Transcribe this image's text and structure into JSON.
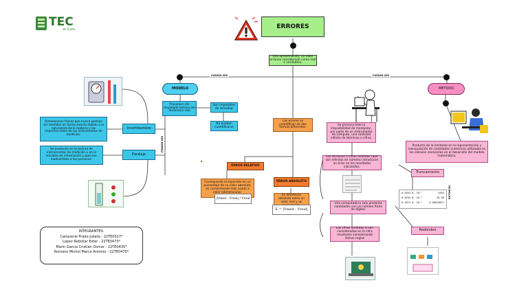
{
  "logo": {
    "name": "TEC",
    "subtitle": "de Tuxtla"
  },
  "title": "ERRORES",
  "definition": "Una aproximación, un valor erróneo considerado como real o verdadero.",
  "link_labels": {
    "left": "PUEDEN SER",
    "right": "PUEDEN SER",
    "vertical": "PUEDEN SER",
    "entonces": "ENTONCES"
  },
  "modelo": {
    "label": "MODELO",
    "sub1": "Provienen del modelado teórico del fenómeno real",
    "sub2": "Son imposibles de remediar",
    "sub3": "No pueden cuantificarse",
    "incertidumbre_label": "Incertidumbre",
    "incertidumbre_desc": "Dimensiones físicas que nunca podrían ser medidas en forma exacta debido a la naturaleza de la materia y las imperfecciones de los instrumentos de medición.",
    "parallax_label": "Paralaje",
    "parallax_desc": "Se producen en la lectura de instrumentos de medición o en el traslado de información y que son inadvertidas a las personas."
  },
  "centro": {
    "intro": "Los errores se cuantifican de dos formas diferentes:",
    "relativo_label": "ERROR RELATIVO",
    "relativo_desc": "Corresponde el esperado en un porcentaje de su valor absoluto, es comúnmente más usado a valor adimensional.",
    "relativo_formula": "|Vmed - Vreal| / Vreal",
    "absoluto_label": "ERROR ABSOLUTO",
    "absoluto_desc": "Es diferencia absoluta entre un valor real y un aproximado.",
    "absoluto_formula": "E = |Vmed - Vreal|"
  },
  "metodo": {
    "label": "METODO",
    "desc": "Producto de la limitante en la representación y manipulación de cantidades numéricas utilizadas en los cálculos necesarios en el desarrollo del modelo matemático.",
    "provoca": "Se provoca ante la imposibilidad de manipular, por parte de un instrumento de cómputo, una cantidad infinita de términos o cifras.",
    "terminos": "Los términos o cifras omitidas (que son infinitas en número) introducen un error en los resultados calculados.",
    "computadora": "Una computadora solo presenta cantidades con un número finito de dígitos",
    "omitidas": "Las cifras omitidas si son consideradas en la cifra resultante considerando dichas reglas",
    "truncamiento": "Truncamiento",
    "redondeo": "Redondeo",
    "trunc_rows": [
      {
        "left": "0.4564 8, 10⁴",
        "right": "4564"
      },
      {
        "left": "0.4594 8, 10⁻²",
        "right": "45.96"
      },
      {
        "left": "0.1872 0, 10⁻¹",
        "right": "0.00018872"
      }
    ]
  },
  "integrantes": {
    "title": "INTEGRANTES:",
    "members": [
      "Cañaveral Prado Julieta - 22TE0527*",
      "Lopez Rebollar Ester - 22TE0473*",
      "Marín Garcia Cristian Osmar - 22TE0435*",
      "Romano Michel Marco Antonio - 22TE0470*"
    ]
  },
  "colors": {
    "green": "#a6ee8a",
    "cyan": "#3cc7ea",
    "pink": "#f9b6d6",
    "orange": "#f47a2d"
  }
}
